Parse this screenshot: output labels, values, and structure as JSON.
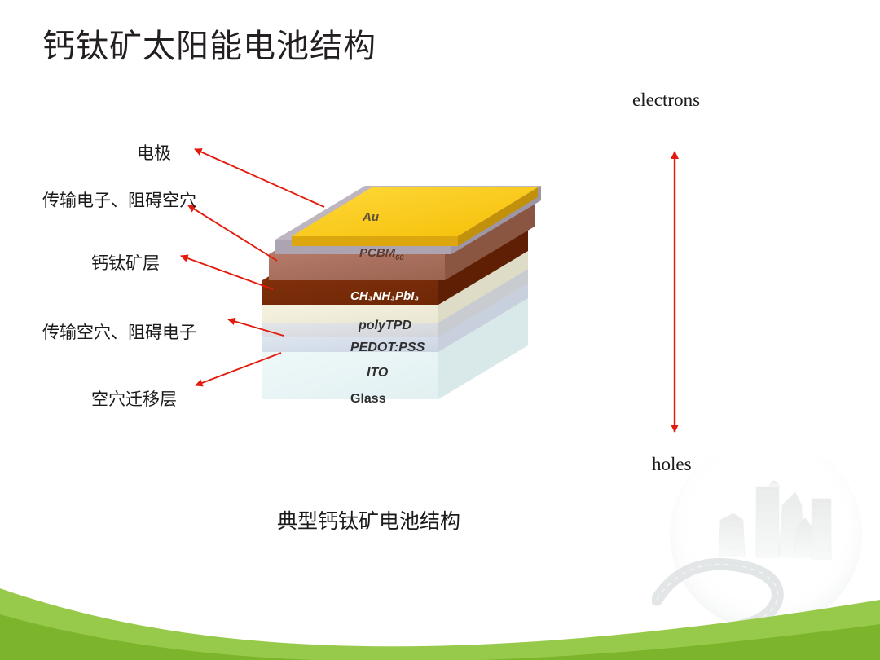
{
  "slide": {
    "title": "钙钛矿太阳能电池结构",
    "caption": "典型钙钛矿电池结构",
    "background_color": "#ffffff",
    "accent_green": "#8DC63F",
    "accent_green_dark": "#7AB828",
    "arrow_color": "#E31B0C"
  },
  "side_labels": {
    "electrons": "electrons",
    "holes": "holes"
  },
  "annotations": [
    {
      "id": "anno-0",
      "text": "电极"
    },
    {
      "id": "anno-1",
      "text": "传输电子、阻碍空穴"
    },
    {
      "id": "anno-2",
      "text": "钙钛矿层"
    },
    {
      "id": "anno-3",
      "text": "传输空穴、阻碍电子"
    },
    {
      "id": "anno-4",
      "text": "空穴迁移层"
    }
  ],
  "stack": {
    "layers": [
      {
        "name": "Au",
        "label": "Au",
        "sub": "",
        "top_color": "#FBCB21",
        "side_color": "#C99A12",
        "text_color": "#4a4034"
      },
      {
        "name": "PCBM60",
        "label": "PCBM",
        "sub": "60",
        "top_color": "#A9715C",
        "side_color": "#8E5A47",
        "text_color": "#5d3a2c"
      },
      {
        "name": "CH3NH3PbI3",
        "label": "CH₃NH₃PbI₃",
        "sub": "",
        "top_color": "#7B2E0A",
        "side_color": "#6A2507",
        "text_color": "#ffffff"
      },
      {
        "name": "polyTPD",
        "label": "polyTPD",
        "sub": "",
        "top_color": "#F2F0DC",
        "side_color": "#DAD8C2",
        "text_color": "#2b2b2b"
      },
      {
        "name": "PEDOT:PSS",
        "label": "PEDOT:PSS",
        "sub": "",
        "top_color": "#DCDEE2",
        "side_color": "#C5C8CD",
        "text_color": "#2b2b2b"
      },
      {
        "name": "ITO",
        "label": "ITO",
        "sub": "",
        "top_color": "#D7E0EB",
        "side_color": "#C2CBD6",
        "text_color": "#2b2b2b"
      },
      {
        "name": "Glass",
        "label": "Glass",
        "sub": "",
        "top_color": "#EAF5F6",
        "side_color": "#D3E3E4",
        "text_color": "#2b2b2b"
      }
    ],
    "top_cap_color": "#B9B2BC"
  },
  "carrier_arrow": {
    "direction": "double-headed-vertical",
    "top_label": "electrons",
    "bottom_label": "holes"
  }
}
